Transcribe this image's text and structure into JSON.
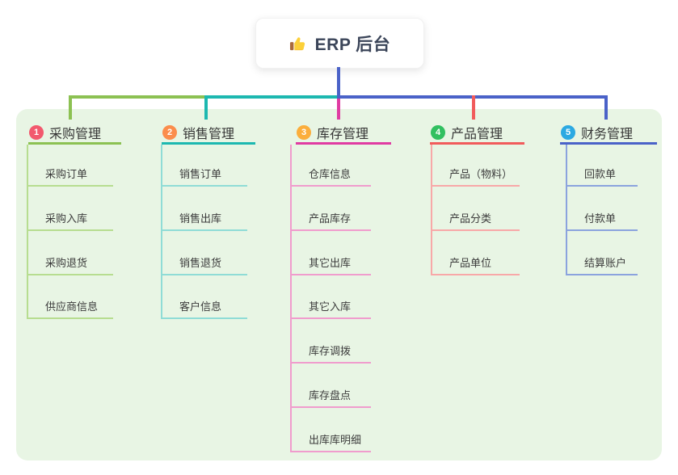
{
  "root": {
    "label": "ERP 后台",
    "icon": "thumbs-up-icon"
  },
  "colors": {
    "panel_bg": "#e8f5e4",
    "root_line": "#4a62c8"
  },
  "branches": [
    {
      "badge": "1",
      "label": "采购管理",
      "color": "#8cc152",
      "light_color": "#b7dd90",
      "badge_color": "#f2596e",
      "children": [
        "采购订单",
        "采购入库",
        "采购退货",
        "供应商信息"
      ]
    },
    {
      "badge": "2",
      "label": "销售管理",
      "color": "#1cb8b0",
      "light_color": "#8fdcd6",
      "badge_color": "#fb8d4c",
      "children": [
        "销售订单",
        "销售出库",
        "销售退货",
        "客户信息"
      ]
    },
    {
      "badge": "3",
      "label": "库存管理",
      "color": "#e03ba2",
      "light_color": "#f09ccd",
      "badge_color": "#fbae3c",
      "children": [
        "仓库信息",
        "产品库存",
        "其它出库",
        "其它入库",
        "库存调拨",
        "库存盘点",
        "出库库明细"
      ]
    },
    {
      "badge": "4",
      "label": "产品管理",
      "color": "#f15b5b",
      "light_color": "#f8a8a8",
      "badge_color": "#31c060",
      "children": [
        "产品（物料）",
        "产品分类",
        "产品单位"
      ]
    },
    {
      "badge": "5",
      "label": "财务管理",
      "color": "#4a62c8",
      "light_color": "#8ba3de",
      "badge_color": "#2ba9e2",
      "children": [
        "回款单",
        "付款单",
        "结算账户"
      ]
    }
  ]
}
